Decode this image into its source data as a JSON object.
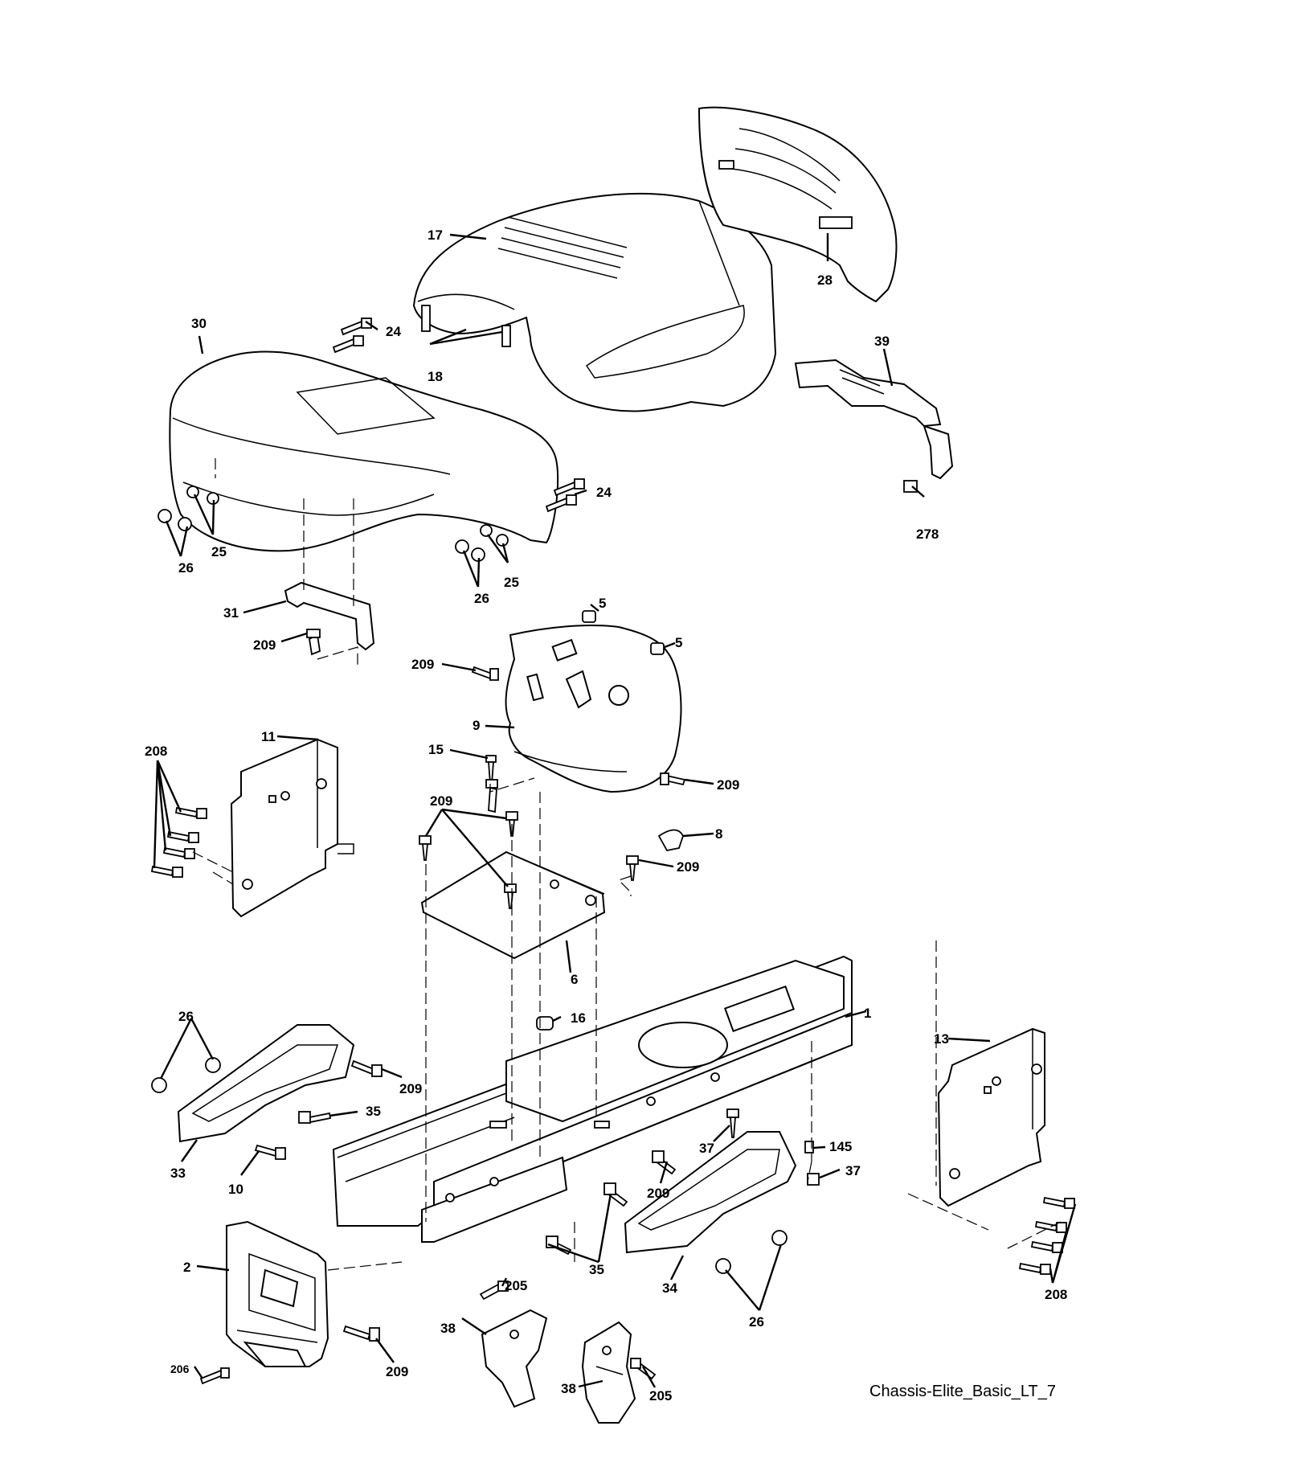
{
  "caption": "Chassis-Elite_Basic_LT_7",
  "callouts": {
    "c17": "17",
    "c18": "18",
    "c28": "28",
    "c30": "30",
    "c24a": "24",
    "c24b": "24",
    "c39": "39",
    "c278": "278",
    "c26a": "26",
    "c25a": "25",
    "c26b": "26",
    "c25b": "25",
    "c31": "31",
    "c209a": "209",
    "c5a": "5",
    "c5b": "5",
    "c209b": "209",
    "c9": "9",
    "c15": "15",
    "c209c": "209",
    "c208a": "208",
    "c11": "11",
    "c209d": "209",
    "c8": "8",
    "c209e": "209",
    "c6": "6",
    "c16": "16",
    "c1": "1",
    "c26c": "26",
    "c209f": "209",
    "c35a": "35",
    "c33": "33",
    "c10": "10",
    "c13": "13",
    "c37a": "37",
    "c145": "145",
    "c37b": "37",
    "c209g": "209",
    "c35b": "35",
    "c34": "34",
    "c2": "2",
    "c205a": "205",
    "c38a": "38",
    "c206": "206",
    "c209h": "209",
    "c38b": "38",
    "c205b": "205",
    "c26d": "26",
    "c208b": "208"
  }
}
